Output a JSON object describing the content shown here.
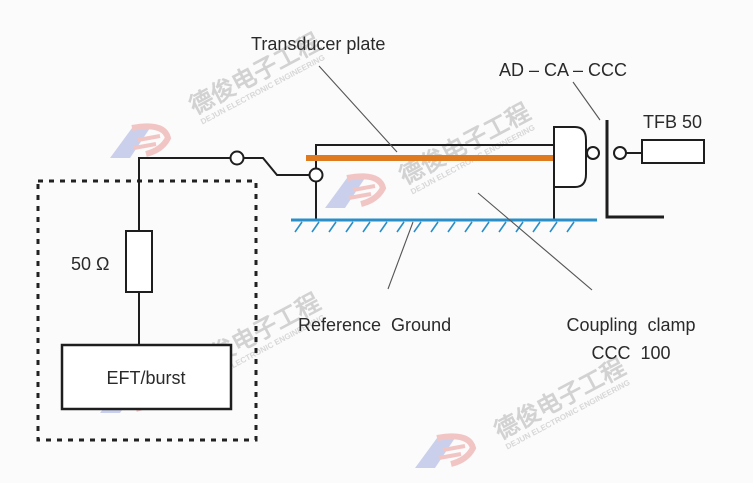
{
  "diagram": {
    "title": "EFT/burst coupling clamp test setup",
    "labels": {
      "transducer_plate": "Transducer plate",
      "adapter": "AD – CA – CCC",
      "termination": "TFB 50",
      "resistor": "50 Ω",
      "generator": "EFT/burst",
      "reference_ground": "Reference  Ground",
      "coupling_clamp_line1": "Coupling  clamp",
      "coupling_clamp_line2": "CCC  100"
    },
    "colors": {
      "wire": "#1e1e1e",
      "transducer_plate": "#e07a1f",
      "reference_ground": "#2a8fc8",
      "leader_line": "#555555"
    }
  },
  "watermark": {
    "chinese": "德俊电子工程",
    "english": "DEJUN ELECTRONIC ENGINEERING"
  }
}
